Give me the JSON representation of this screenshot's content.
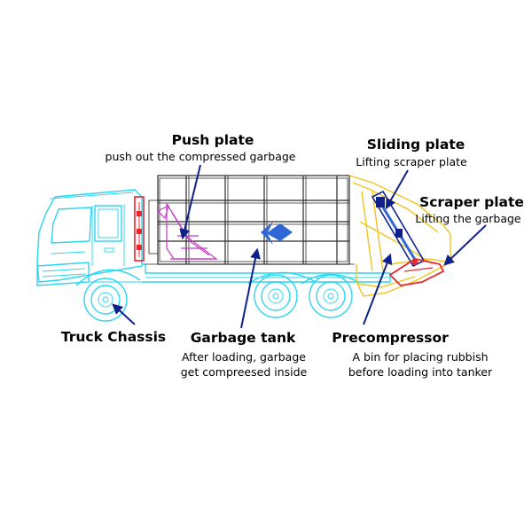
{
  "colors": {
    "cab": "#2ad6ef",
    "frame": "#2a2a2a",
    "precompressor": "#f2c321",
    "push_plate": "#c43bc4",
    "flow_arrow": "#2f67d6",
    "leader": "#11218c",
    "hydraulic": "#e8262b"
  },
  "labels": {
    "push_plate": {
      "title": "Push plate",
      "desc": [
        "push out the compressed garbage"
      ]
    },
    "sliding_plate": {
      "title": "Sliding plate",
      "desc": [
        "Lifting scraper plate"
      ]
    },
    "scraper_plate": {
      "title": "Scraper plate",
      "desc": [
        "Lifting the garbage"
      ]
    },
    "truck_chassis": {
      "title": "Truck Chassis",
      "desc": []
    },
    "garbage_tank": {
      "title": "Garbage tank",
      "desc": [
        "After loading, garbage",
        "get compreesed inside"
      ]
    },
    "precompressor": {
      "title": "Precompressor",
      "desc": [
        "A bin for placing rubbish",
        "before loading into tanker"
      ]
    }
  }
}
